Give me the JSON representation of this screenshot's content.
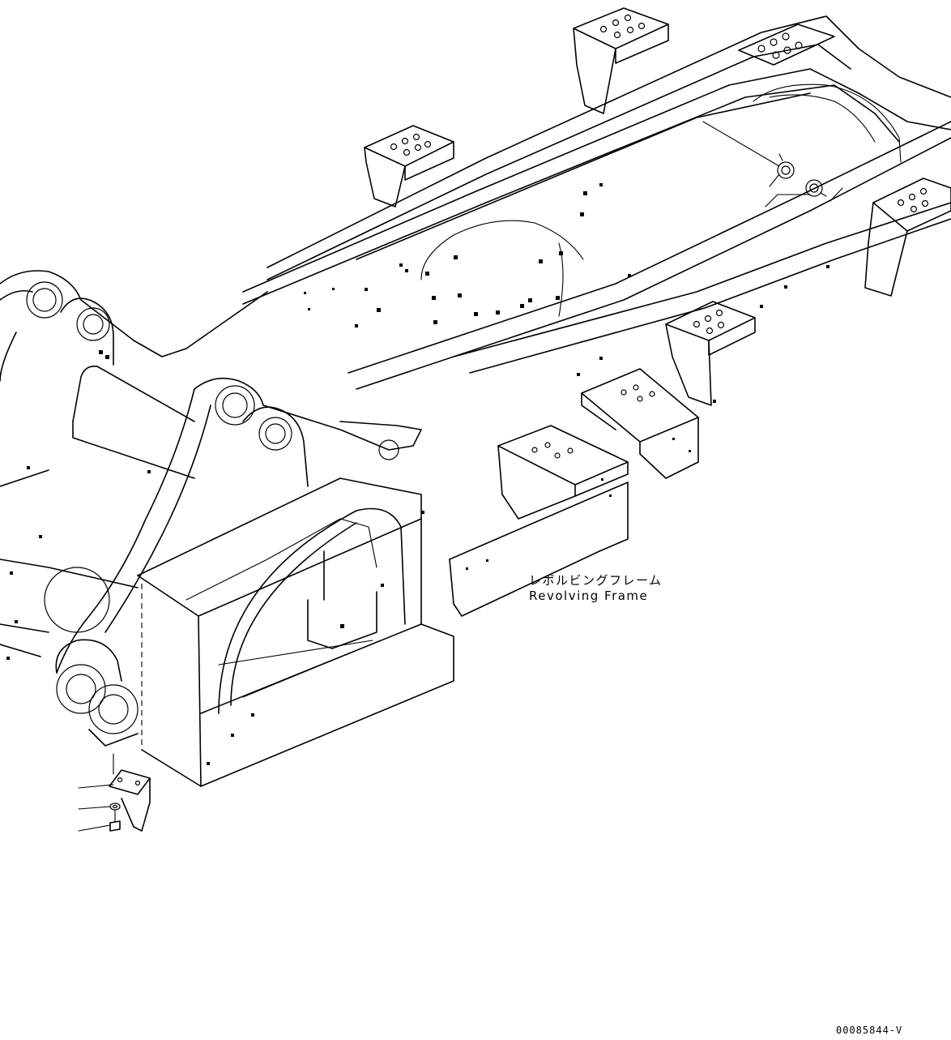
{
  "labels": {
    "frame_jp": "レボルビングフレーム",
    "frame_en": "Revolving Frame"
  },
  "drawing_code": "00085844-V",
  "leaders": {
    "upper": [
      "",
      ""
    ],
    "lower": [
      "",
      "",
      ""
    ]
  },
  "colors": {
    "ink": "#000000",
    "paper": "#ffffff"
  }
}
